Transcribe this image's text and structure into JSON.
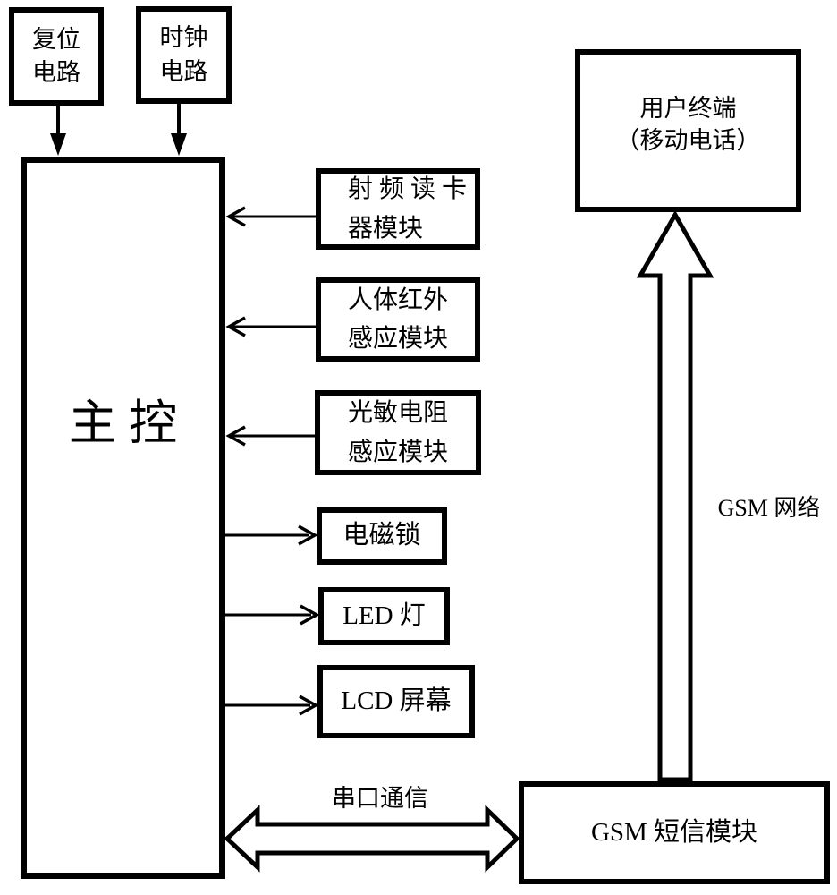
{
  "colors": {
    "ink": "#000000",
    "background": "#ffffff"
  },
  "nodes": {
    "reset": {
      "label": "复位\n电路"
    },
    "clock": {
      "label": "时钟\n电路"
    },
    "main": {
      "label": "主 控"
    },
    "rfid": {
      "label": "射 频 读 卡\n器模块"
    },
    "pir": {
      "label": "人体红外\n感应模块"
    },
    "ldr": {
      "label": "光敏电阻\n感应模块"
    },
    "lock": {
      "label": "电磁锁"
    },
    "led": {
      "label": "LED 灯"
    },
    "lcd": {
      "label": "LCD 屏幕"
    },
    "terminal": {
      "label": "用户终端\n（移动电话）"
    },
    "gsm_module": {
      "label": "GSM 短信模块"
    }
  },
  "labels": {
    "serial": "串口通信",
    "gsm_network": "GSM 网络"
  }
}
